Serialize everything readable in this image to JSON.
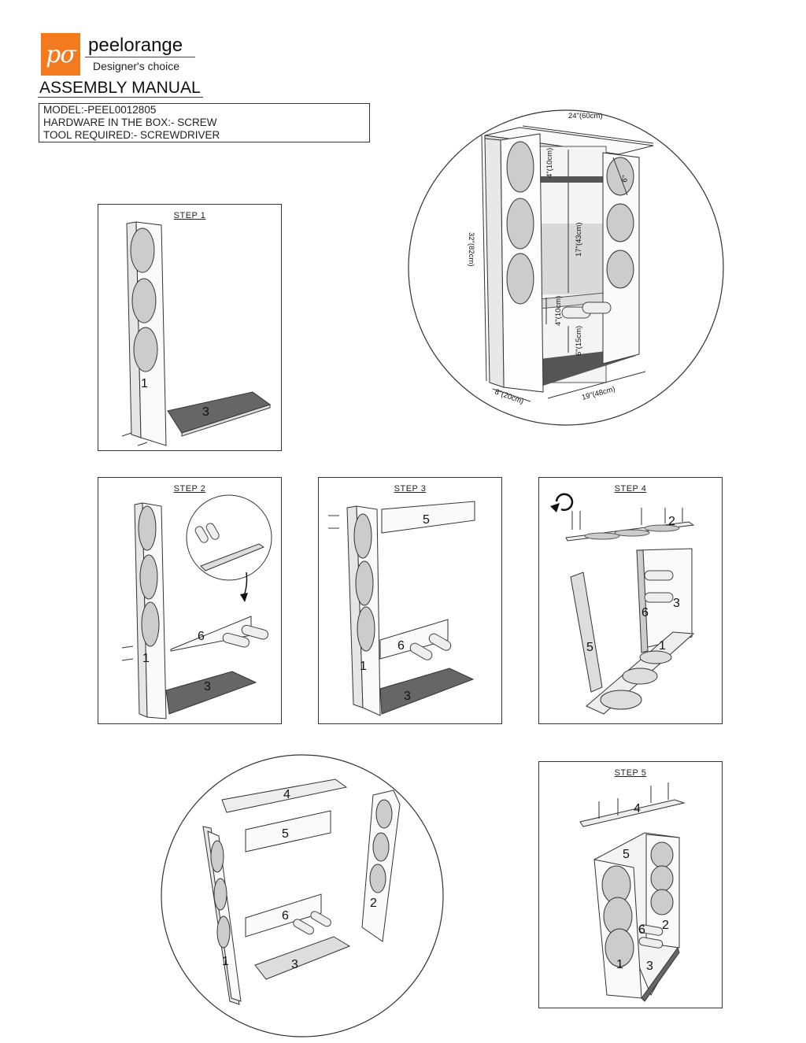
{
  "brand": {
    "logo_text": "pσ",
    "name": "peelorange",
    "tagline": "Designer's choice",
    "accent": "#f47a20"
  },
  "manual_title": "ASSEMBLY MANUAL",
  "info": {
    "model": "MODEL:-PEEL0012805",
    "hardware": "HARDWARE IN THE BOX:- SCREW",
    "tool": "TOOL REQUIRED:- SCREWDRIVER"
  },
  "dimensions": {
    "width_top": "24\"(60cm)",
    "height": "32\"(82cm)",
    "depth": "8\"(20cm)",
    "base_width": "19\"(48cm)",
    "top_gap": "4\"(10cm)",
    "hole": "6\"",
    "middle": "17\"(43cm)",
    "peg_gap": "4\"(10cm)",
    "bottom_gap": "6\"(15cm)"
  },
  "steps": {
    "step1": "STEP 1",
    "step2": "STEP 2",
    "step3": "STEP 3",
    "step4": "STEP 4",
    "step5": "STEP 5"
  },
  "parts": {
    "p1": "1",
    "p2": "2",
    "p3": "3",
    "p4": "4",
    "p5": "5",
    "p6": "6"
  }
}
